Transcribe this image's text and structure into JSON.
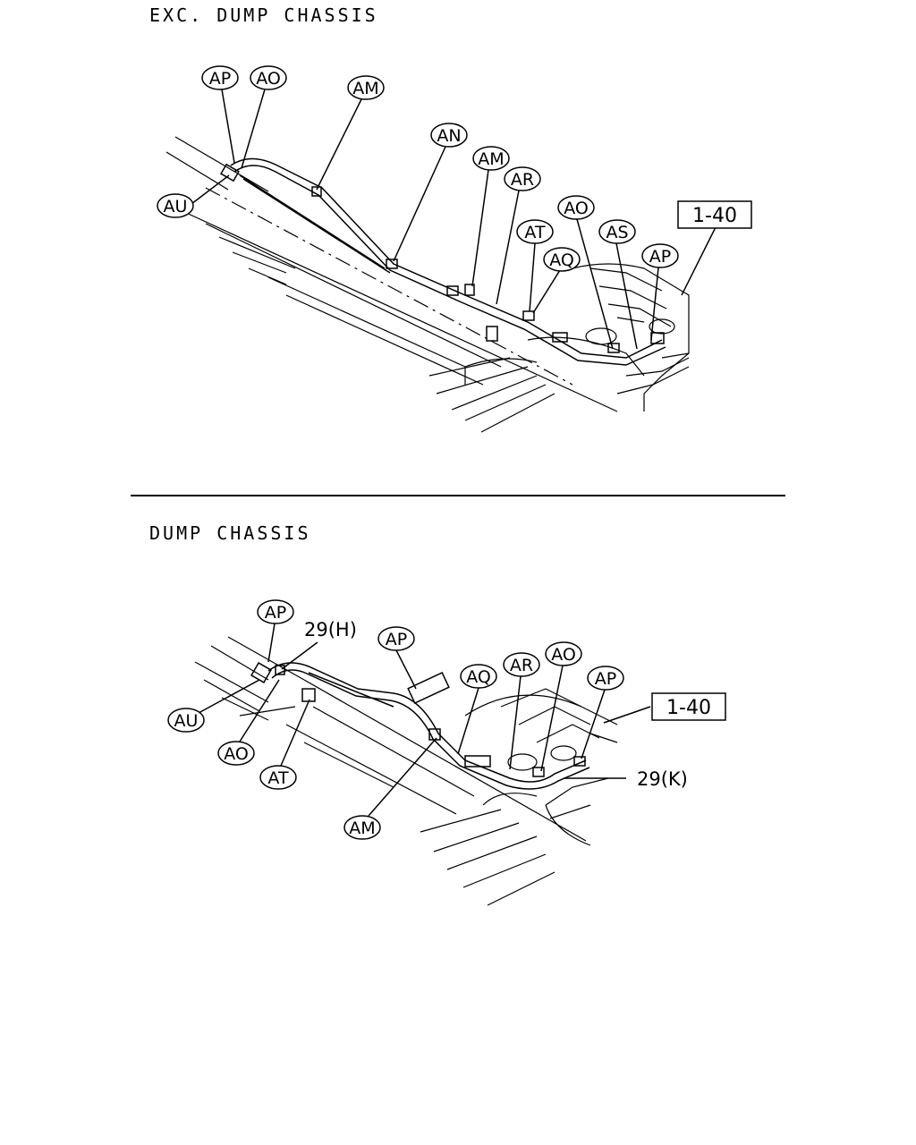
{
  "top_section": {
    "title": "EXC. DUMP CHASSIS",
    "callouts": [
      "AP",
      "AO",
      "AM",
      "AU",
      "AN",
      "AM",
      "AR",
      "AO",
      "AT",
      "AS",
      "AQ",
      "AP"
    ],
    "ref_box": "1-40"
  },
  "bottom_section": {
    "title": "DUMP CHASSIS",
    "callouts": [
      "AP",
      "AP",
      "AU",
      "AO",
      "AT",
      "AQ",
      "AR",
      "AO",
      "AP",
      "AM"
    ],
    "part_labels": [
      "29(H)",
      "29(K)"
    ],
    "ref_box": "1-40"
  }
}
